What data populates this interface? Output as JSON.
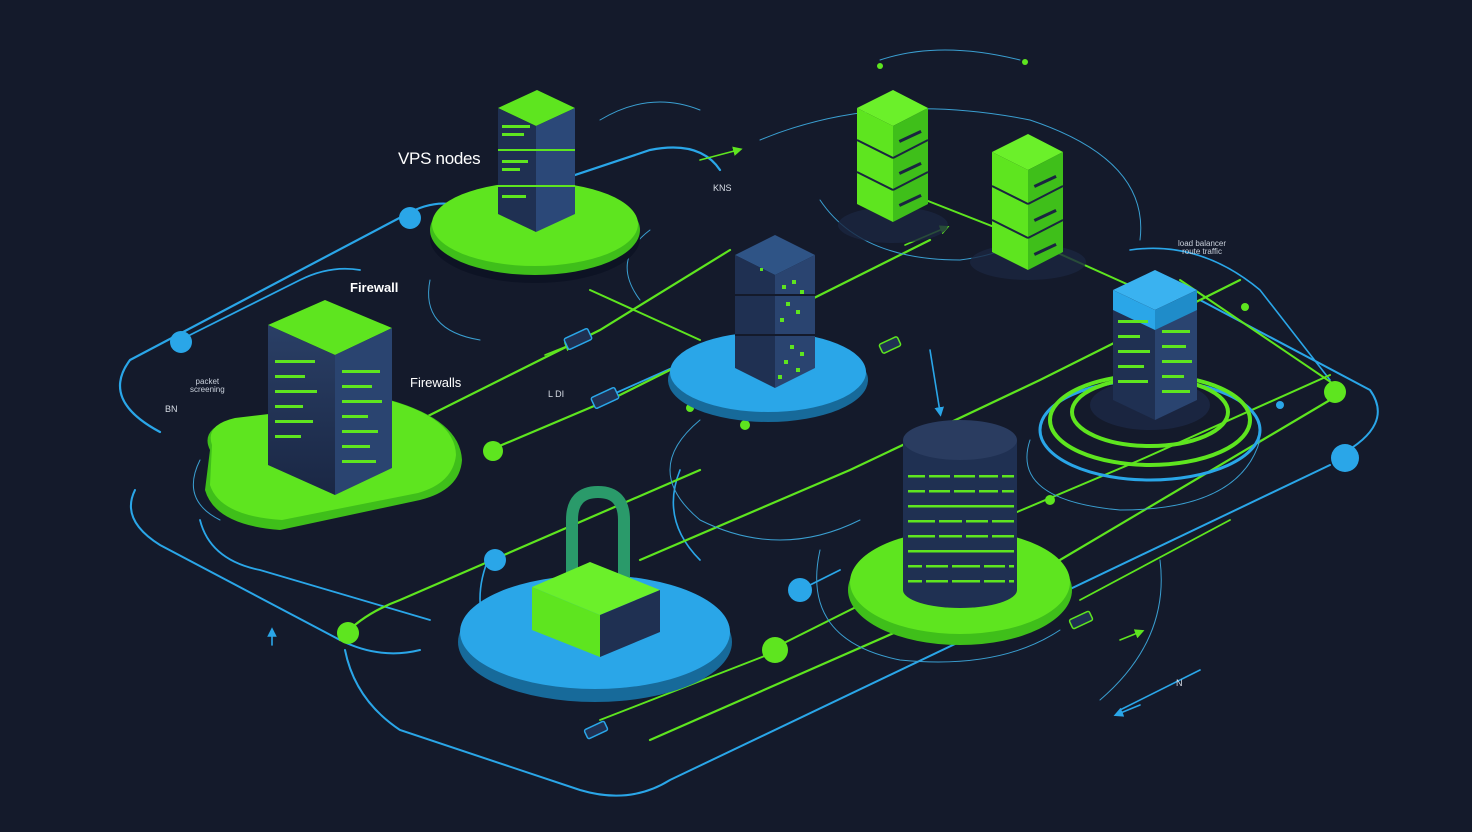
{
  "labels": {
    "vps_nodes": "VPS nodes",
    "firewall": "Firewall",
    "firewall_rules": "Firewalls",
    "packet_screening": "packet\nscreening",
    "bn": "BN",
    "kns": "KNS",
    "ld": "L DI",
    "n": "N",
    "load_balancer_note": "load balancer\nroute traffic"
  },
  "colors": {
    "background": "#141a2b",
    "green": "#5ee51f",
    "blue": "#2aa6e8",
    "dark_navy": "#1f3052"
  }
}
